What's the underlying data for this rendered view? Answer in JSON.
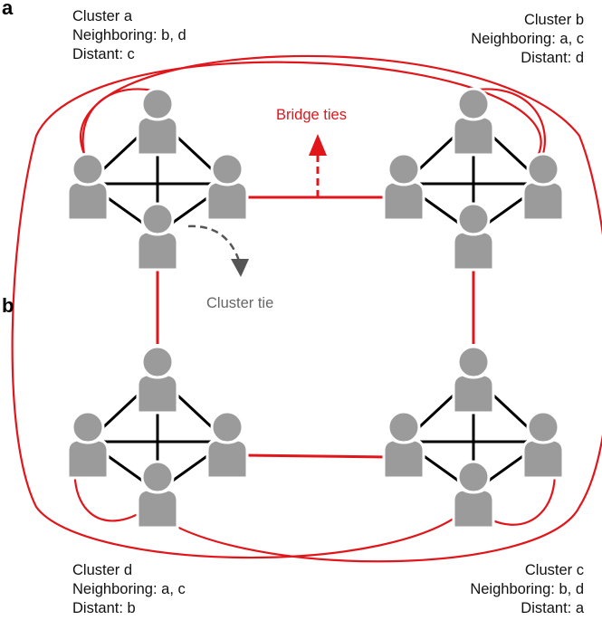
{
  "panel_labels": {
    "a": "a",
    "b": "b"
  },
  "clusters": [
    {
      "id": "a",
      "title": "Cluster a",
      "neighboring": "Neighboring: b, d",
      "distant": "Distant: c"
    },
    {
      "id": "b",
      "title": "Cluster b",
      "neighboring": "Neighboring: a, c",
      "distant": "Distant: d"
    },
    {
      "id": "c",
      "title": "Cluster c",
      "neighboring": "Neighboring: b, d",
      "distant": "Distant: a"
    },
    {
      "id": "d",
      "title": "Cluster d",
      "neighboring": "Neighboring: a, c",
      "distant": "Distant: b"
    }
  ],
  "annotations": {
    "bridge_ties": "Bridge ties",
    "cluster_tie": "Cluster tie"
  },
  "colors": {
    "bridge": "#e0161b",
    "cluster_tie": "#000000",
    "person": "#9b9b9b",
    "arrow_gray": "#555555"
  },
  "icons": {
    "person": "person-icon",
    "bridge_arrow": "arrow-up-dashed-icon",
    "cluster_arrow": "curved-arrow-dashed-icon"
  }
}
